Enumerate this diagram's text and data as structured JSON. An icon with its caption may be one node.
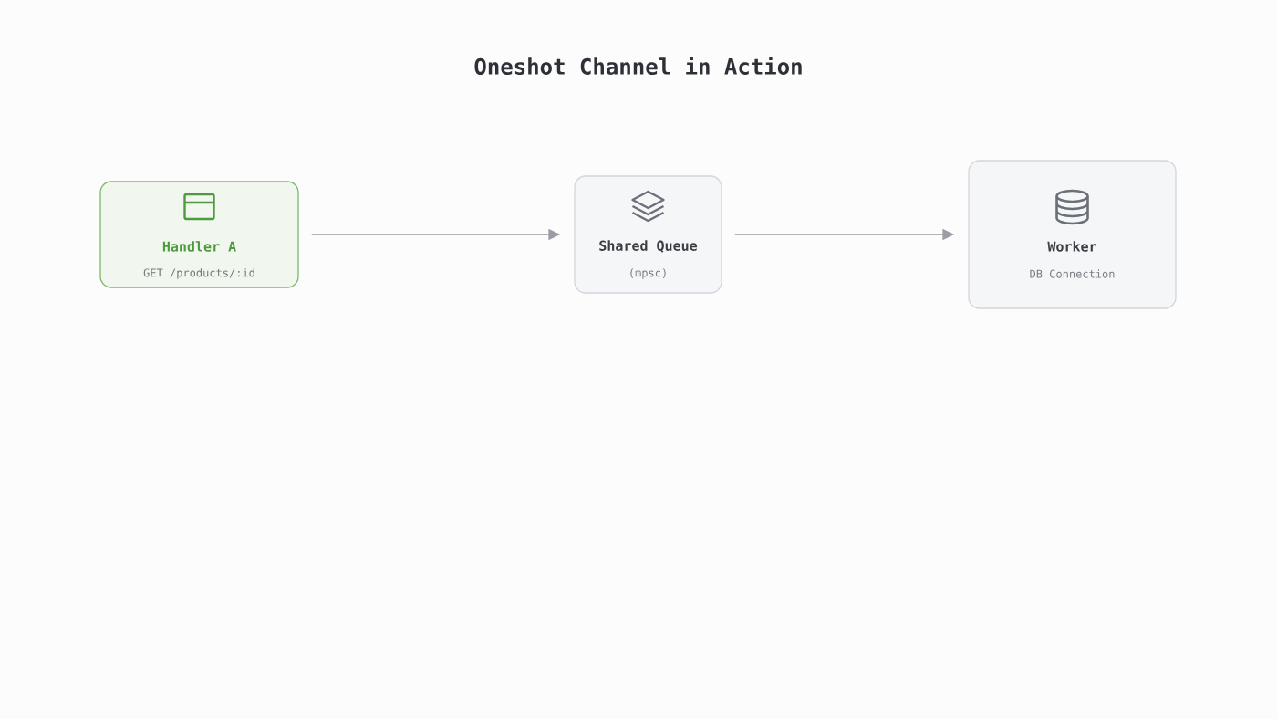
{
  "diagram": {
    "title": "Oneshot Channel in Action",
    "nodes": [
      {
        "text": [
          "Handler A",
          "GET /products/:id"
        ]
      },
      {
        "text": [
          "Shared Queue",
          "(mpsc)"
        ]
      },
      {
        "text": [
          "Worker",
          "DB Connection"
        ]
      }
    ],
    "edges": [
      {
        "from": 0,
        "to": 1,
        "arrow": "to"
      },
      {
        "from": 1,
        "to": 2,
        "arrow": "to"
      }
    ]
  }
}
